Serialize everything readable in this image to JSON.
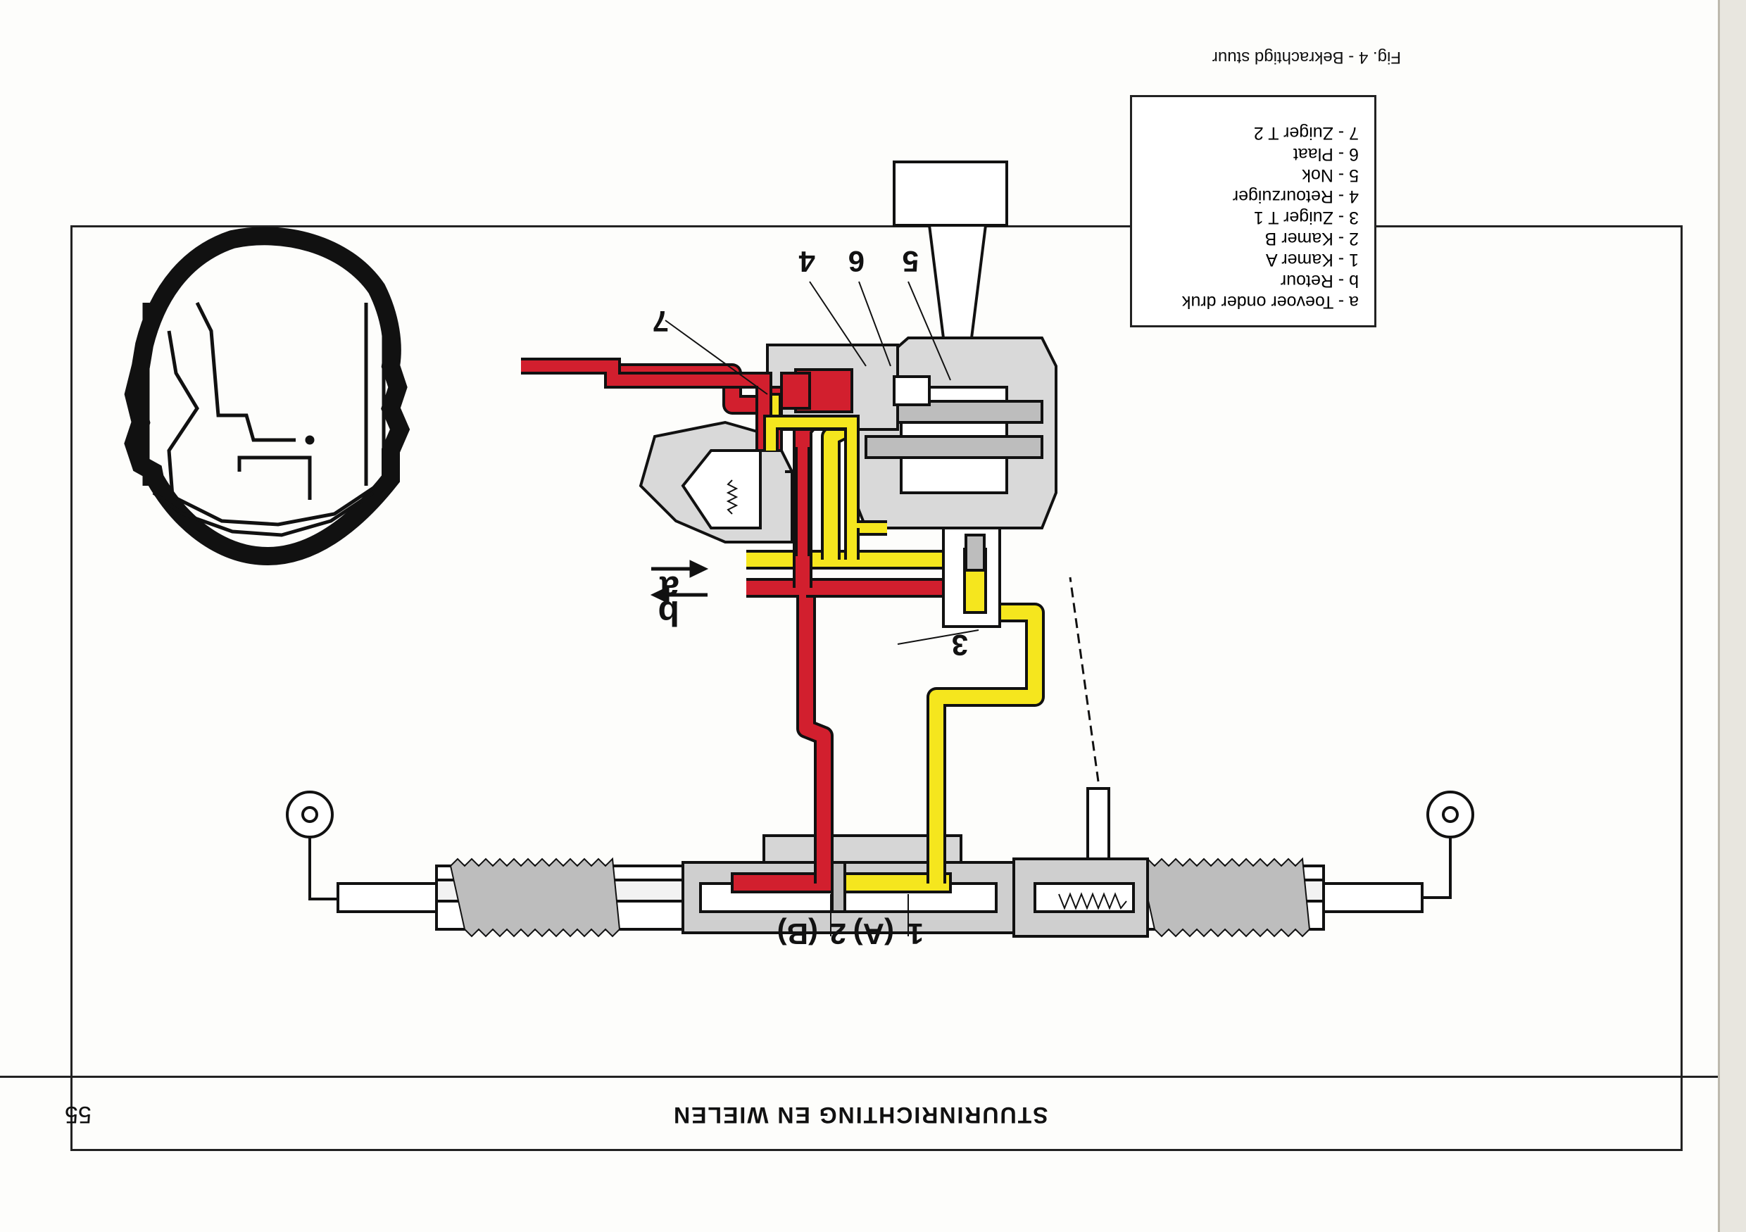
{
  "caption": "Fig. 4 - Bekrachtigd stuur",
  "legend": [
    {
      "key": "a",
      "label": "Toevoer onder druk"
    },
    {
      "key": "b",
      "label": "Retour"
    },
    {
      "key": "1",
      "label": "Kamer A"
    },
    {
      "key": "2",
      "label": "Kamer B"
    },
    {
      "key": "3",
      "label": "Zuiger T 1"
    },
    {
      "key": "4",
      "label": "Retourzuiger"
    },
    {
      "key": "5",
      "label": "Nok"
    },
    {
      "key": "6",
      "label": "Plaat"
    },
    {
      "key": "7",
      "label": "Zuiger T 2"
    }
  ],
  "ports": {
    "a": "a",
    "b": "b"
  },
  "callouts": {
    "c1": "1",
    "cA": "(A)",
    "c2": "2",
    "cB": "(B)",
    "c3": "3",
    "c4": "4",
    "c5": "5",
    "c6": "6",
    "c7": "7"
  },
  "footer": {
    "title": "STUURINRICHTING EN WIELEN",
    "page_number": "55"
  },
  "colors": {
    "pressure": "#d21f2e",
    "return": "#f5e61e",
    "line": "#1a1a1a"
  }
}
